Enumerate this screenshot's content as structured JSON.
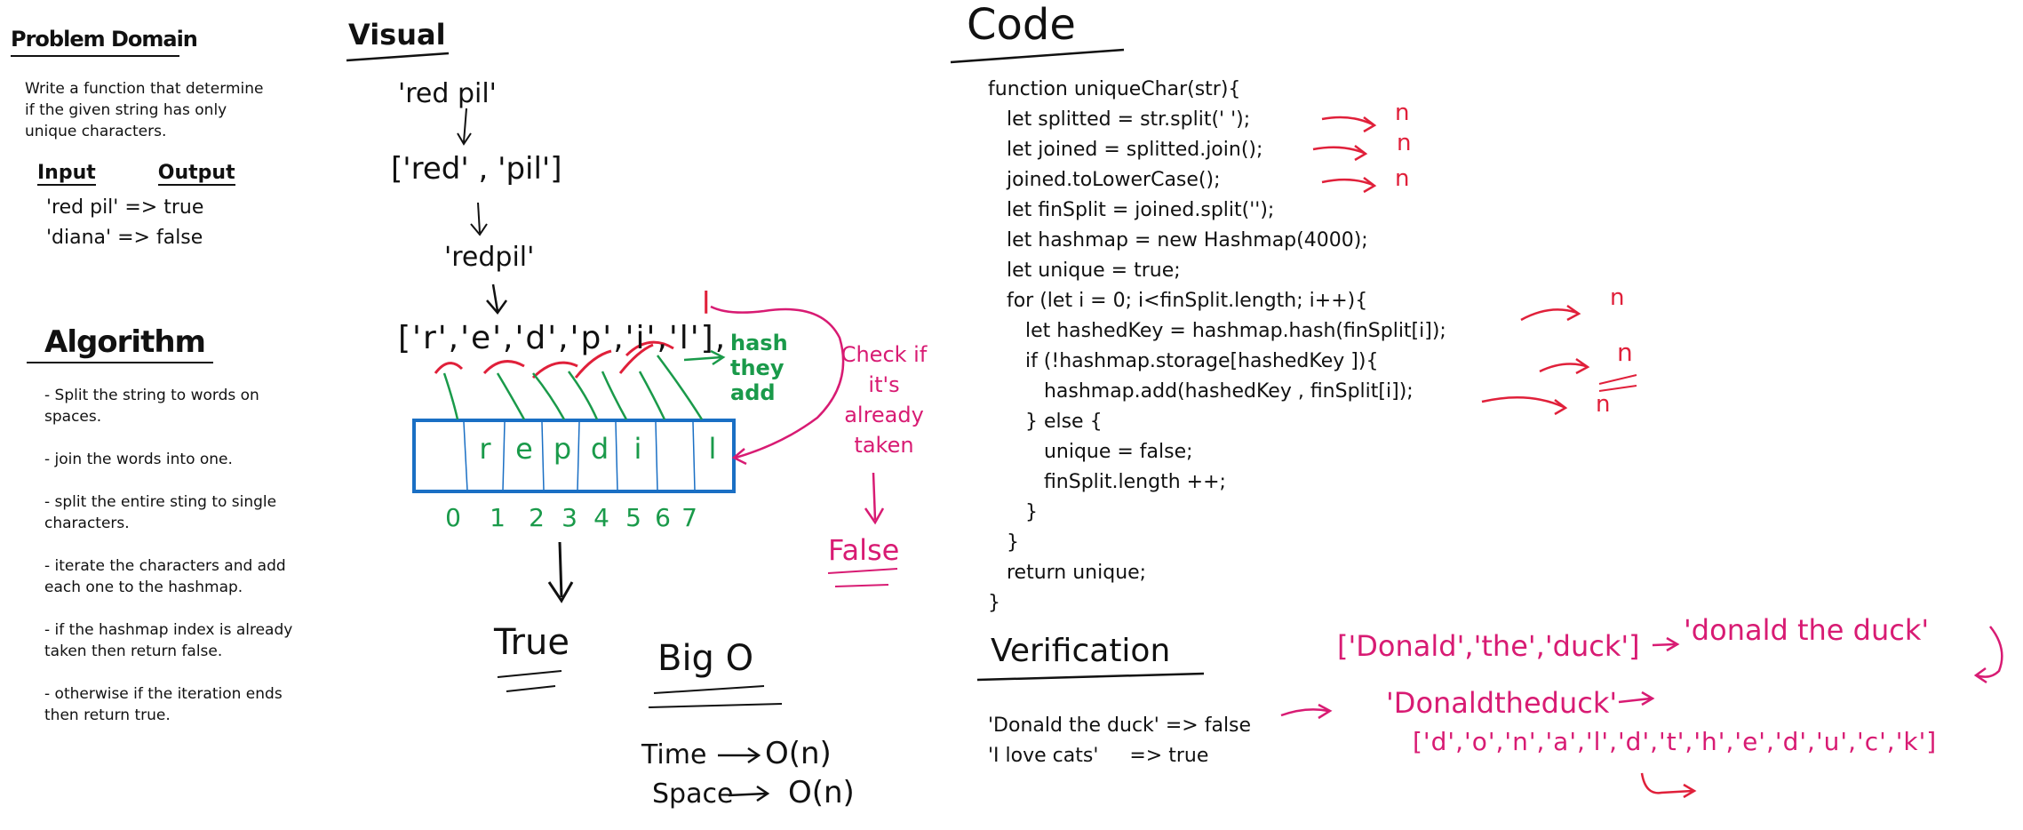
{
  "problem_domain": {
    "title": "Problem Domain",
    "description": "Write a function that determine if the given string has only unique characters.",
    "input_label": "Input",
    "output_label": "Output",
    "examples": [
      {
        "input": "'red pil'",
        "arrow": "=>",
        "output": "true"
      },
      {
        "input": "'diana'",
        "arrow": "=>",
        "output": "false"
      }
    ]
  },
  "algorithm": {
    "title": "Algorithm",
    "steps": [
      "- Split the string to words on spaces.",
      "- join the words into one.",
      "- split the entire sting to single characters.",
      "- iterate the characters and add each one to the hashmap.",
      "- if the hashmap index is already taken then return false.",
      "- otherwise if the iteration ends then return true."
    ]
  },
  "visual": {
    "title": "Visual",
    "input_string": "'red pil'",
    "split_array": "['red' , 'pil']",
    "joined": "'redpil'",
    "char_array": "['r','e','d','p','i','l'],",
    "char_array_tail": "l",
    "hashmap_cells": [
      "",
      "r",
      "e",
      "p",
      "d",
      "i",
      "",
      "l"
    ],
    "indexes": [
      "0",
      "1",
      "2",
      "3",
      "4",
      "5",
      "6",
      "7"
    ],
    "hash_note": "hash they add",
    "check_note": "Check if it's already taken",
    "false_label": "False",
    "true_label": "True"
  },
  "bigo": {
    "title": "Big O",
    "time_label": "Time",
    "time_value": "O(n)",
    "space_label": "Space",
    "space_value": "O(n)"
  },
  "code": {
    "title": "Code",
    "lines": [
      "function uniqueChar(str){",
      "   let splitted = str.split(' ');",
      "   let joined = splitted.join();",
      "   joined.toLowerCase();",
      "   let finSplit = joined.split('');",
      "   let hashmap = new Hashmap(4000);",
      "   let unique = true;",
      "   for (let i = 0; i<finSplit.length; i++){",
      "      let hashedKey = hashmap.hash(finSplit[i]);",
      "      if (!hashmap.storage[hashedKey ]){",
      "         hashmap.add(hashedKey , finSplit[i]);",
      "      } else {",
      "         unique = false;",
      "         finSplit.length ++;",
      "      }",
      "   }",
      "   return unique;",
      "}"
    ],
    "annotations": [
      "n",
      "n",
      "n",
      "n",
      "n",
      "n"
    ]
  },
  "verification": {
    "title": "Verification",
    "cases": [
      {
        "input": "'Donald the duck'",
        "arrow": "=>",
        "output": "false"
      },
      {
        "input": "'I love cats'",
        "arrow": "=>",
        "output": "true"
      }
    ],
    "trace_1": "['Donald','the','duck']",
    "trace_2": "'donald the duck'",
    "trace_3": "'Donaldtheduck'",
    "trace_4": "['d','o','n','a','l','d','t','h','e','d','u','c','k']"
  },
  "colors": {
    "ink": "#111111",
    "green": "#1a9a4a",
    "red": "#e0203a",
    "pink": "#d81b73",
    "blue": "#1a6fc4"
  }
}
